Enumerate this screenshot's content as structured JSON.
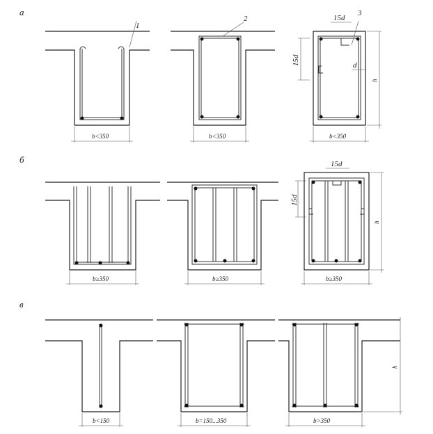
{
  "rows": [
    {
      "label": "а",
      "dims": [
        "b<350",
        "b<350",
        "b<350"
      ]
    },
    {
      "label": "б",
      "dims": [
        "b≥350",
        "b≥350",
        "b≥350"
      ]
    },
    {
      "label": "в",
      "dims": [
        "b<150",
        "b=150...350",
        "b>350"
      ]
    }
  ],
  "callouts": [
    "1",
    "2",
    "3"
  ],
  "annotations": {
    "hook_length": "15d",
    "diameter": "d",
    "height": "h"
  }
}
